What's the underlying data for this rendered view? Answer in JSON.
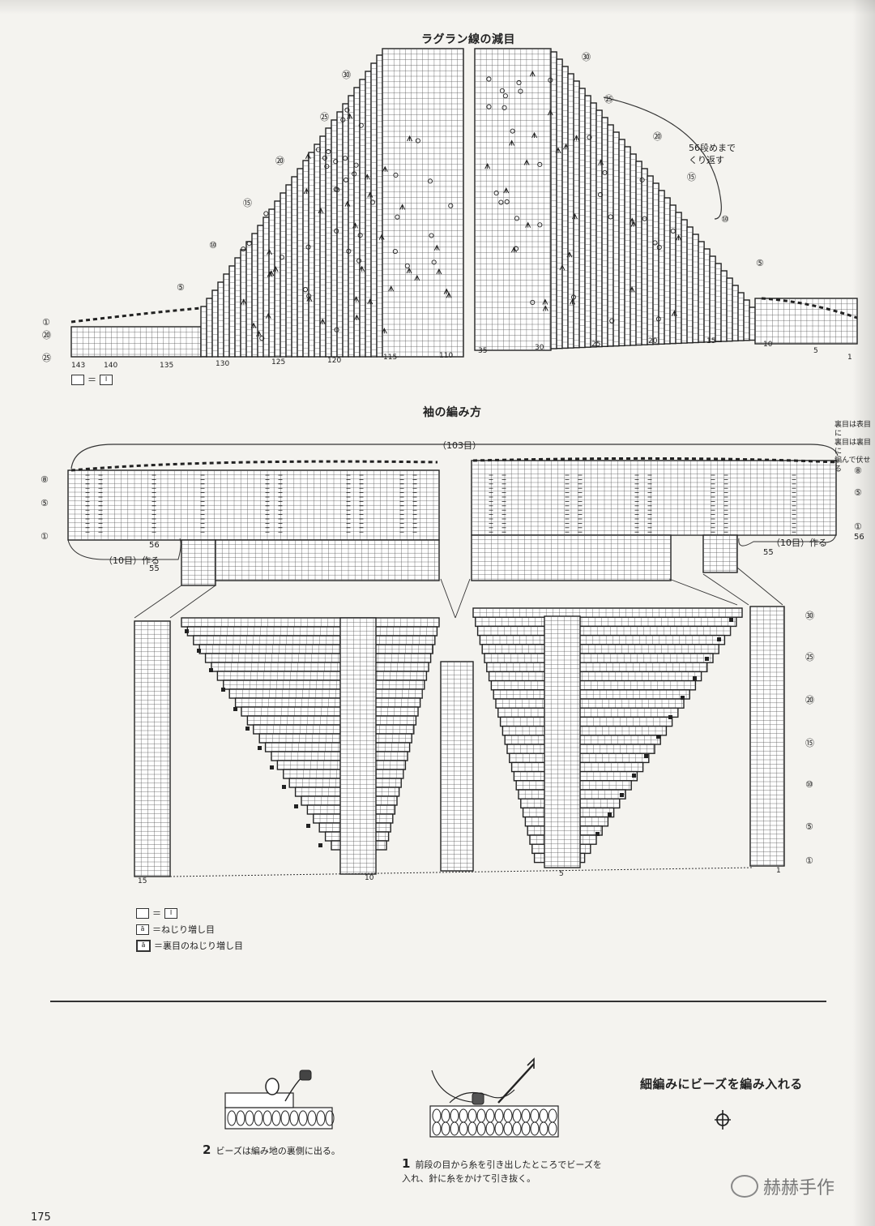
{
  "raglan": {
    "title": "ラグラン線の減目",
    "note": "56段めまで\nくり返す",
    "row_markers": {
      "left": [
        "㉚",
        "㉕",
        "⑳",
        "⑮",
        "⑩",
        "⑤",
        "①",
        "⑳",
        "㉕"
      ],
      "right": [
        "㉚",
        "㉕",
        "⑳",
        "⑮",
        "⑩",
        "⑤"
      ]
    },
    "stitch_numbers_left": [
      "143",
      "140",
      "135",
      "130",
      "125",
      "120",
      "115",
      "110"
    ],
    "stitch_numbers_right": [
      "35",
      "30",
      "25",
      "20",
      "15",
      "10",
      "5",
      "1"
    ],
    "legend_symbol": "I"
  },
  "sleeve": {
    "title": "袖の編み方",
    "width_label": "（103目）",
    "side_note": "裏目は表目に\n裏目は裏目に\n編んで伏せる",
    "cast_on_left": "（10目）作る",
    "cast_on_right": "（10目）作る",
    "top_markers_left": [
      "⑧",
      "⑤",
      "①"
    ],
    "top_markers_right": [
      "⑧",
      "⑤",
      "①"
    ],
    "marker_56": "56",
    "marker_55": "55",
    "marker_55_right": "55",
    "marker_56_right": "56",
    "lower_markers_right": [
      "㉚",
      "㉕",
      "⑳",
      "⑮",
      "⑩",
      "⑤",
      "①"
    ],
    "bottom_numbers": [
      "15",
      "10",
      "5",
      "1"
    ]
  },
  "legend": [
    {
      "box": "I",
      "text": "＝"
    },
    {
      "box": "ā",
      "text": "＝ねじり増し目"
    },
    {
      "box": "ā",
      "text": "＝裏目のねじり増し目"
    }
  ],
  "beads": {
    "title": "細編みにビーズを編み入れる",
    "step2_num": "2",
    "step2_text": "ビーズは編み地の裏側に出る。",
    "step1_num": "1",
    "step1_text": "前段の目から糸を引き出したところでビーズを\n入れ、針に糸をかけて引き抜く。"
  },
  "watermark": "赫赫手作",
  "page_number": "175"
}
